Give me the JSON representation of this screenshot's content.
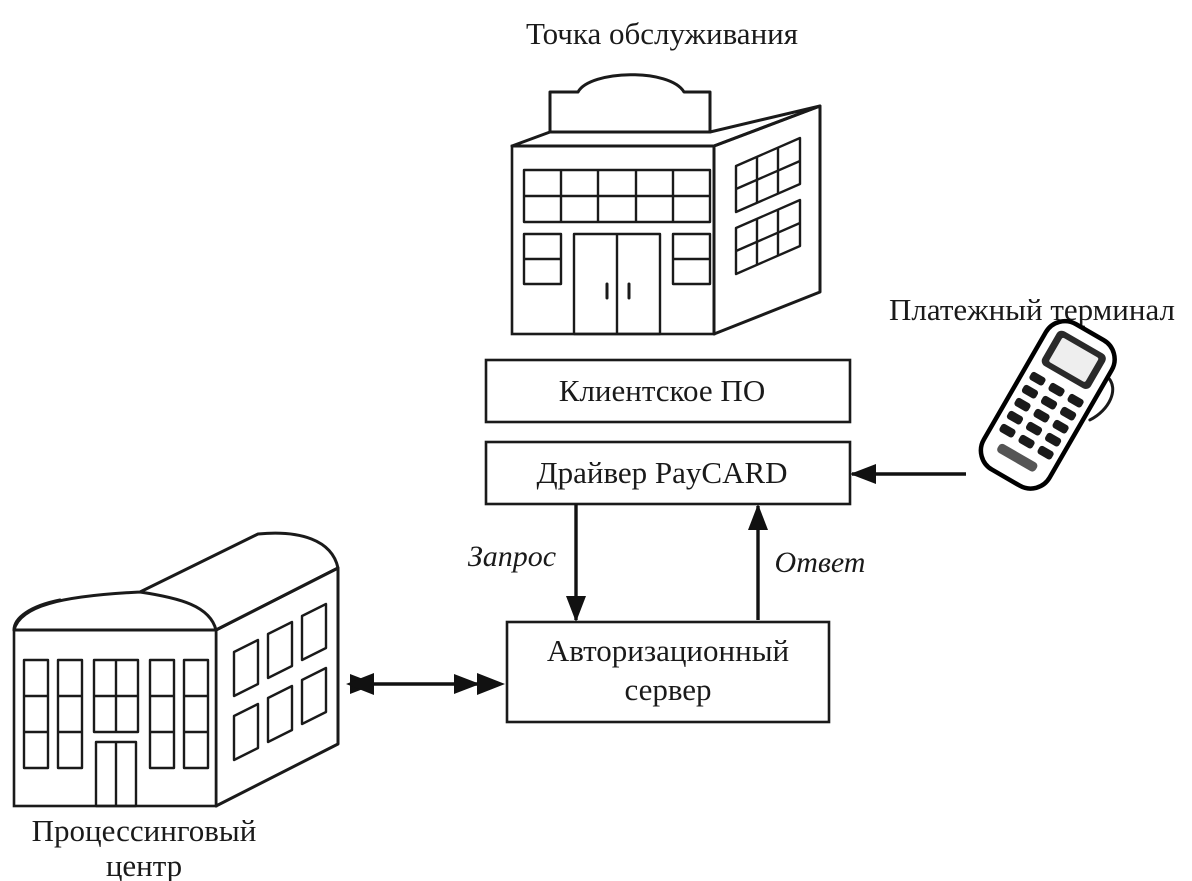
{
  "labels": {
    "service_point": "Точка обслуживания",
    "payment_terminal": "Платежный терминал",
    "processing_center_line1": "Процессинговый",
    "processing_center_line2": "центр"
  },
  "boxes": {
    "client_software": "Клиентское ПО",
    "paycard_driver": "Драйвер PayCARD",
    "auth_server_line1": "Авторизационный",
    "auth_server_line2": "сервер"
  },
  "arrows": {
    "request": "Запрос",
    "response": "Ответ"
  }
}
